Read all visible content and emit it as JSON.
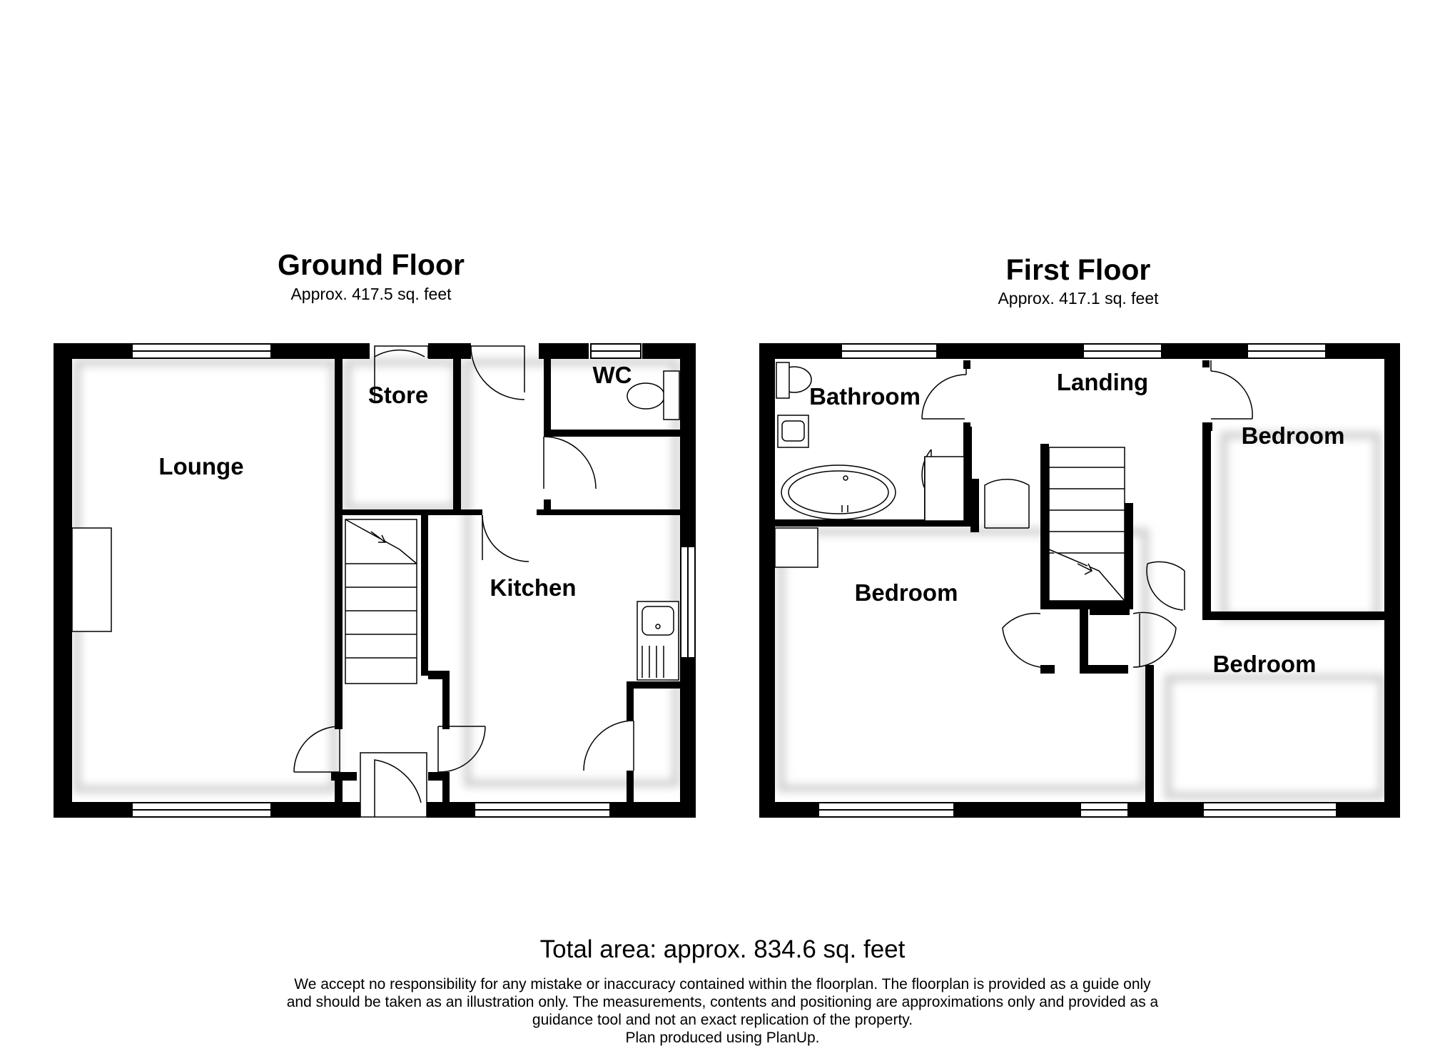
{
  "ground_floor": {
    "title": "Ground Floor",
    "area": "Approx. 417.5 sq. feet",
    "rooms": {
      "lounge": "Lounge",
      "store": "Store",
      "wc": "WC",
      "kitchen": "Kitchen"
    }
  },
  "first_floor": {
    "title": "First Floor",
    "area": "Approx. 417.1 sq. feet",
    "rooms": {
      "bathroom": "Bathroom",
      "landing": "Landing",
      "bedroom_right": "Bedroom",
      "bedroom_main": "Bedroom",
      "bedroom_lower": "Bedroom"
    }
  },
  "total_area": "Total area: approx. 834.6 sq. feet",
  "disclaimer": [
    "We accept no responsibility for any mistake or inaccuracy contained within the floorplan. The floorplan is provided as a guide only",
    "and should be taken as an illustration only. The measurements, contents and positioning are approximations only and provided as a",
    "guidance tool and not an exact replication of the property.",
    "Plan produced using PlanUp."
  ]
}
